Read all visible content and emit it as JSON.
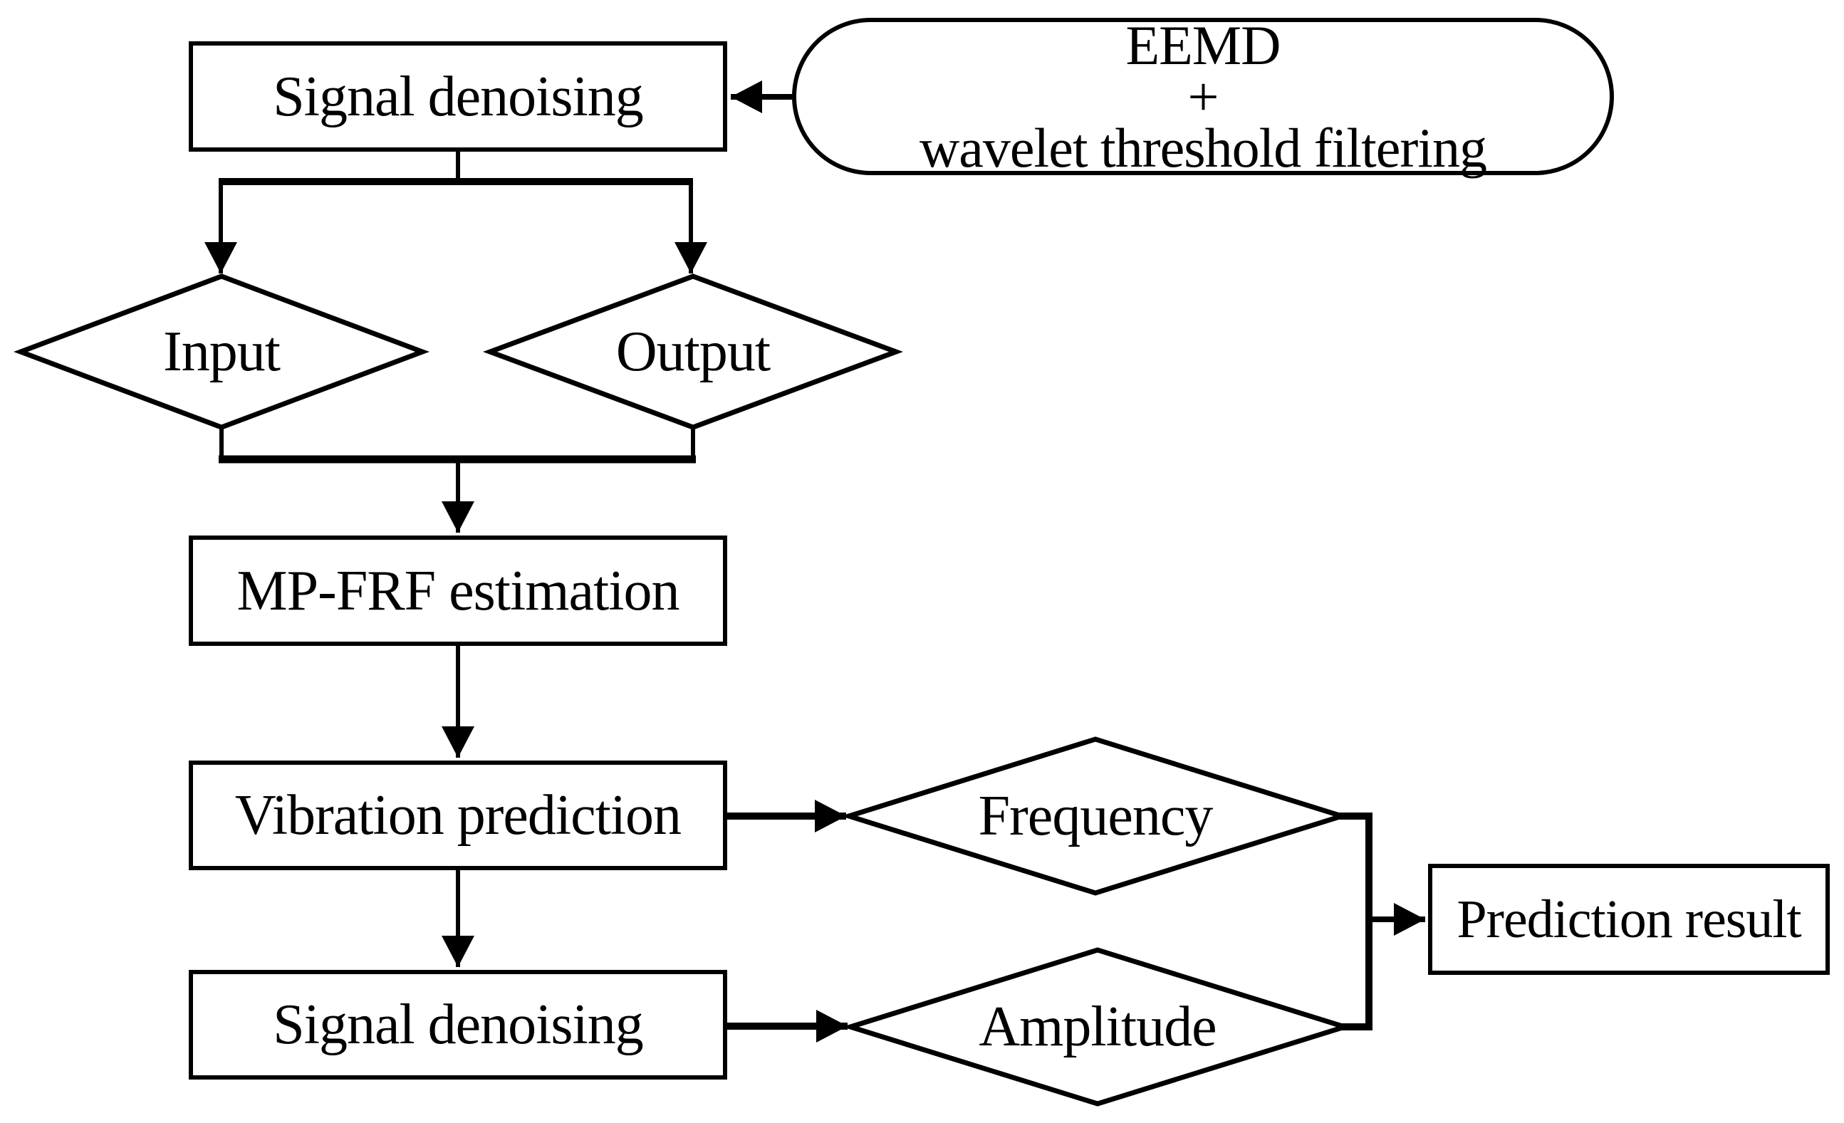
{
  "colors": {
    "ink": "#000000",
    "paper": "#ffffff"
  },
  "nodes": {
    "signal_denoising_top": {
      "label": "Signal denoising"
    },
    "eemd_wavelet": {
      "lines": [
        "EEMD",
        "+",
        "wavelet threshold filtering"
      ]
    },
    "input": {
      "label": "Input"
    },
    "output": {
      "label": "Output"
    },
    "mp_frf_estimation": {
      "label": "MP-FRF estimation"
    },
    "vibration_prediction": {
      "label": "Vibration prediction"
    },
    "frequency": {
      "label": "Frequency"
    },
    "signal_denoising_bottom": {
      "label": "Signal denoising"
    },
    "amplitude": {
      "label": "Amplitude"
    },
    "prediction_result": {
      "label": "Prediction result"
    }
  }
}
